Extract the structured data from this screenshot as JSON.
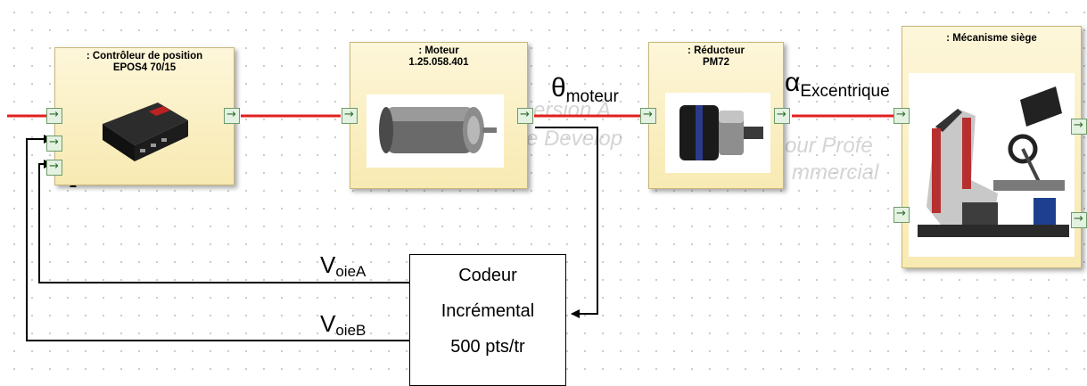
{
  "blocks": {
    "controleur": {
      "title_line1": ": Contrôleur de position",
      "title_line2": "EPOS4 70/15"
    },
    "moteur": {
      "title_line1": ": Moteur",
      "title_line2": "1.25.058.401"
    },
    "reducteur": {
      "title_line1": ": Réducteur",
      "title_line2": "PM72"
    },
    "mecanisme": {
      "title_line1": ": Mécanisme siège"
    }
  },
  "signals": {
    "theta": {
      "symbol": "θ",
      "subscript": "moteur"
    },
    "alpha": {
      "symbol": "α",
      "subscript": "Excentrique"
    },
    "voie_a": {
      "symbol": "V",
      "subscript": "oieA"
    },
    "voie_b": {
      "symbol": "V",
      "subscript": "oieB"
    }
  },
  "codeur": {
    "line1": "Codeur",
    "line2": "Incrémental",
    "line3": "500 pts/tr"
  },
  "watermark": {
    "line1": "ersion A",
    "line2": "e Develop",
    "line3": "our Profe",
    "line4": "mmercial"
  },
  "colors": {
    "flow_line": "#e0201e",
    "block_fill": "#f8eab2",
    "port_fill": "#e3f2e1",
    "blue_line": "#2a3bd6"
  }
}
